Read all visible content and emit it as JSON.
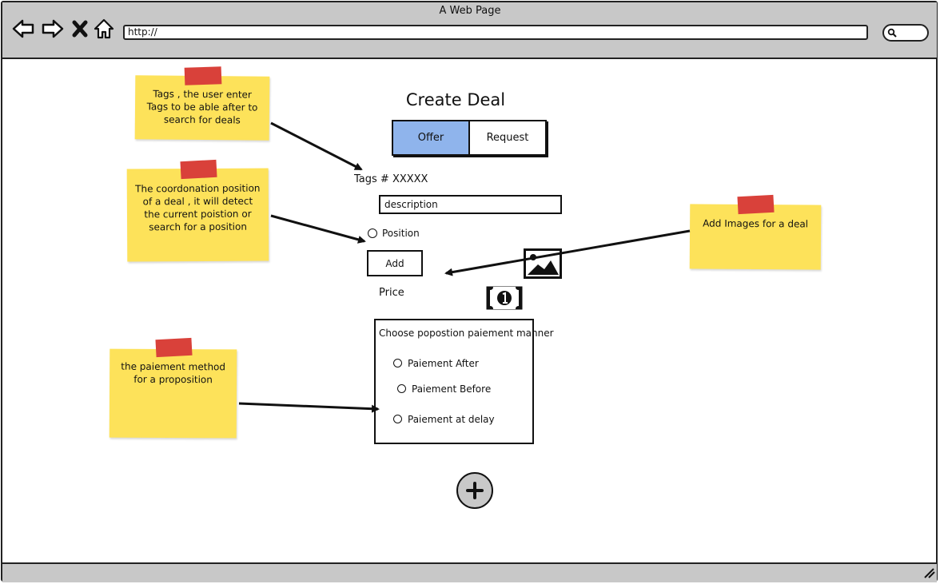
{
  "window": {
    "title": "A Web Page",
    "url": "http://"
  },
  "page": {
    "title": "Create Deal",
    "segment": {
      "offer": "Offer",
      "request": "Request"
    },
    "tags_label": "Tags # XXXXX",
    "description_value": "description",
    "position_label": "Position",
    "add_label": "Add",
    "price_label": "Price",
    "payment": {
      "title": "Choose popostion paiement manner",
      "options": [
        "Paiement After",
        "Paiement Before",
        "Paiement at delay"
      ]
    }
  },
  "notes": {
    "tags": "Tags , the user enter Tags to be able after to search for deals",
    "position": "The coordonation position of a deal , it will detect the current poistion or search for a position",
    "images": "Add Images for a deal",
    "payment": "the paiement method for a proposition"
  },
  "colors": {
    "offer_selected": "#8fb4ec",
    "note": "#fde25a",
    "tape": "#d9413a",
    "chrome": "#c8c8c8"
  },
  "icons": [
    "back-icon",
    "forward-icon",
    "close-icon",
    "home-icon",
    "search-icon",
    "image-icon",
    "money-icon",
    "plus-icon",
    "resize-grip-icon"
  ]
}
